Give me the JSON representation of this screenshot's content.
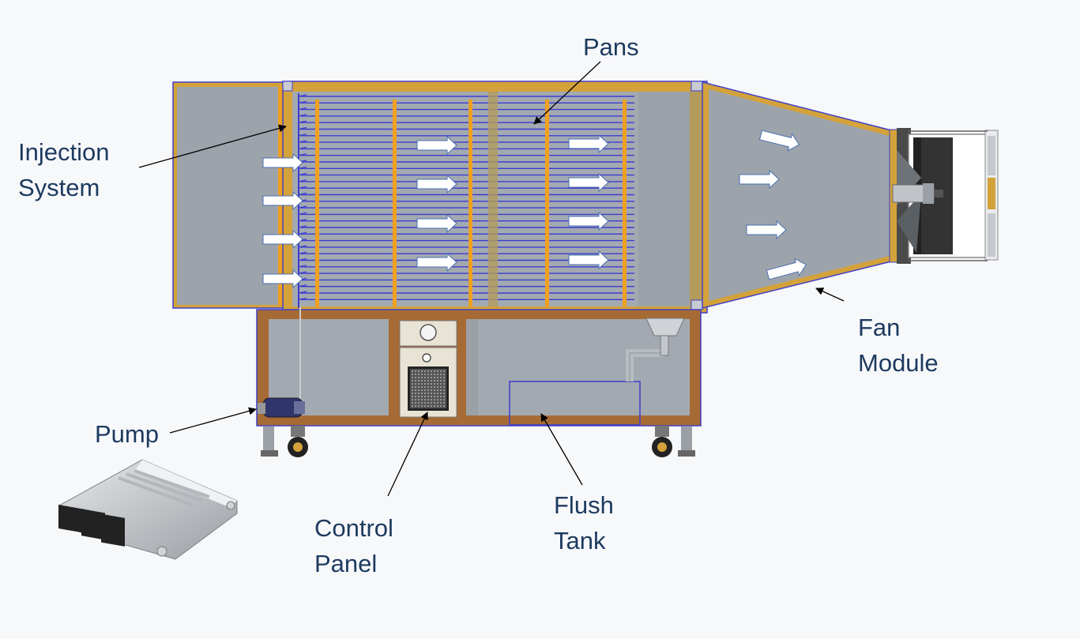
{
  "labels": {
    "pans": "Pans",
    "injection_line1": "Injection",
    "injection_line2": "System",
    "fan_line1": "Fan",
    "fan_line2": "Module",
    "pump": "Pump",
    "control_line1": "Control",
    "control_line2": "Panel",
    "flush_line1": "Flush",
    "flush_line2": "Tank"
  },
  "colors": {
    "label_text": "#1d3a5f",
    "frame_gold": "#d4a23a",
    "frame_wood": "#a66b34",
    "panel_grey": "#9aa1aa",
    "pan_line": "#3c3ccf",
    "spacer_orange": "#f0a020",
    "arrow_fill": "#ffffff"
  }
}
